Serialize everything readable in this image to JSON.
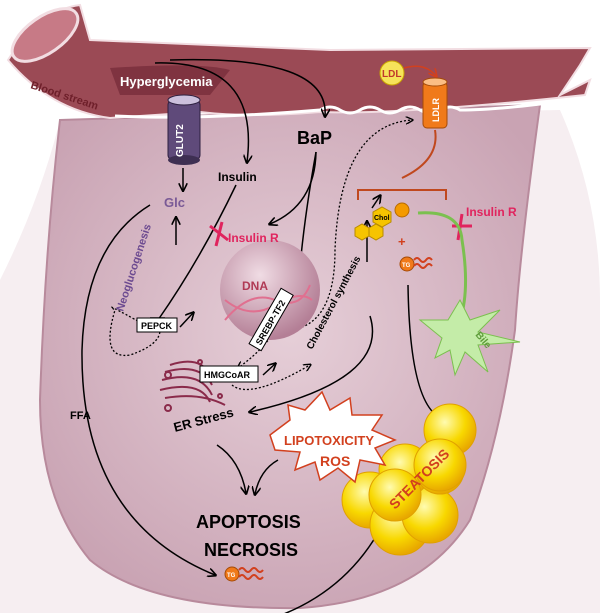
{
  "labels": {
    "blood_stream": "Blood stream",
    "hyperglycemia": "Hyperglycemia",
    "glut2": "GLUT2",
    "ldl": "LDL",
    "ldlr": "LDLR",
    "bap": "BaP",
    "insulin": "Insulin",
    "glc": "Glc",
    "insulin_r_left": "Insulin R",
    "insulin_r_right": "Insulin R",
    "neoglucogenesis": "Neoglucogenesis",
    "dna": "DNA",
    "srebp": "SREBP-TF2",
    "pepck": "PEPCK",
    "hmgcoar": "HMGCoAR",
    "cholesterol_synthesis": "Cholesterol synthesis",
    "chol": "Chol",
    "tg_top": "TG",
    "plus": "+",
    "bile": "Bile",
    "ffa": "FFA",
    "er_stress": "ER Stress",
    "lipotoxicity": "LIPOTOXICITY",
    "ros": "ROS",
    "steatosis": "STEATOSIS",
    "apoptosis": "APOPTOSIS",
    "necrosis": "NECROSIS",
    "tg_bottom": "TG"
  },
  "colors": {
    "vessel": "#9b4a55",
    "cell": "#d9bcc8",
    "inhibit": "#e0245e",
    "glc_text": "#7a5a96",
    "ldlr": "#f07a1a",
    "steatosis": "#f5d200",
    "bile": "#8ed36a",
    "lipotox_text": "#d2401e"
  }
}
